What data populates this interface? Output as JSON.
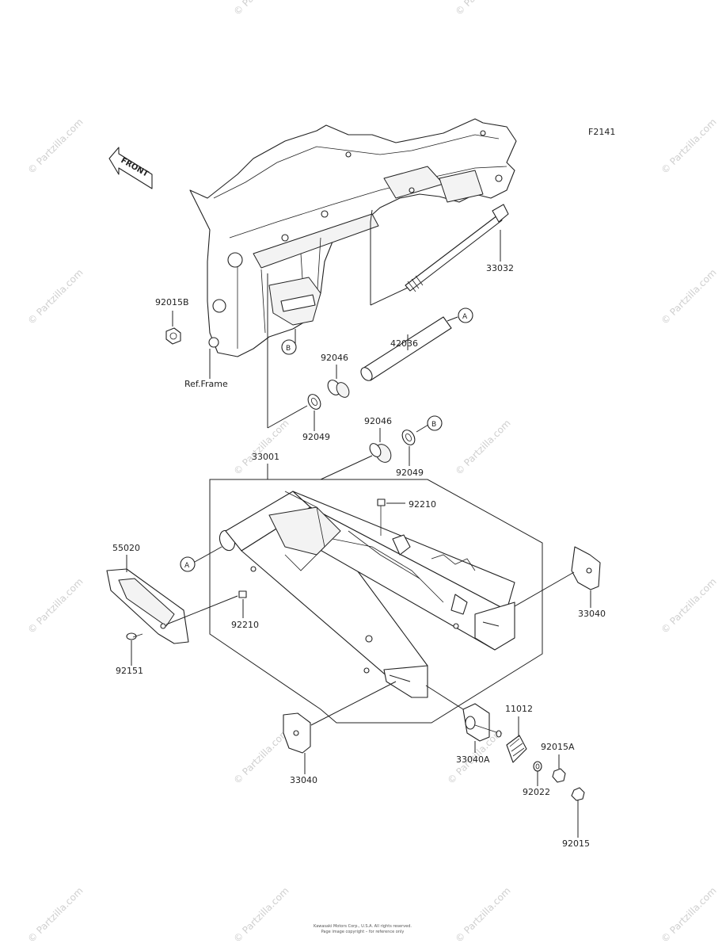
{
  "diagram_code": "F2141",
  "front_label": "FRONT",
  "ref_label": "Ref.Frame",
  "parts": {
    "p33032": "33032",
    "p42036": "42036",
    "p92015B": "92015B",
    "p92046a": "92046",
    "p92049a": "92049",
    "p92046b": "92046",
    "p92049b": "92049",
    "p33001": "33001",
    "p92210a": "92210",
    "p55020": "55020",
    "p92210b": "92210",
    "p92151": "92151",
    "p33040a": "33040",
    "p33040b": "33040",
    "p33040A": "33040A",
    "p11012": "11012",
    "p92015A": "92015A",
    "p92022": "92022",
    "p92015": "92015"
  },
  "callouts": {
    "A": "A",
    "B": "B"
  },
  "watermark": "© Partzilla.com",
  "footer": {
    "line1": "Kawasaki Motors Corp., U.S.A. All rights reserved.",
    "line2": "Page image copyright – for reference only"
  }
}
